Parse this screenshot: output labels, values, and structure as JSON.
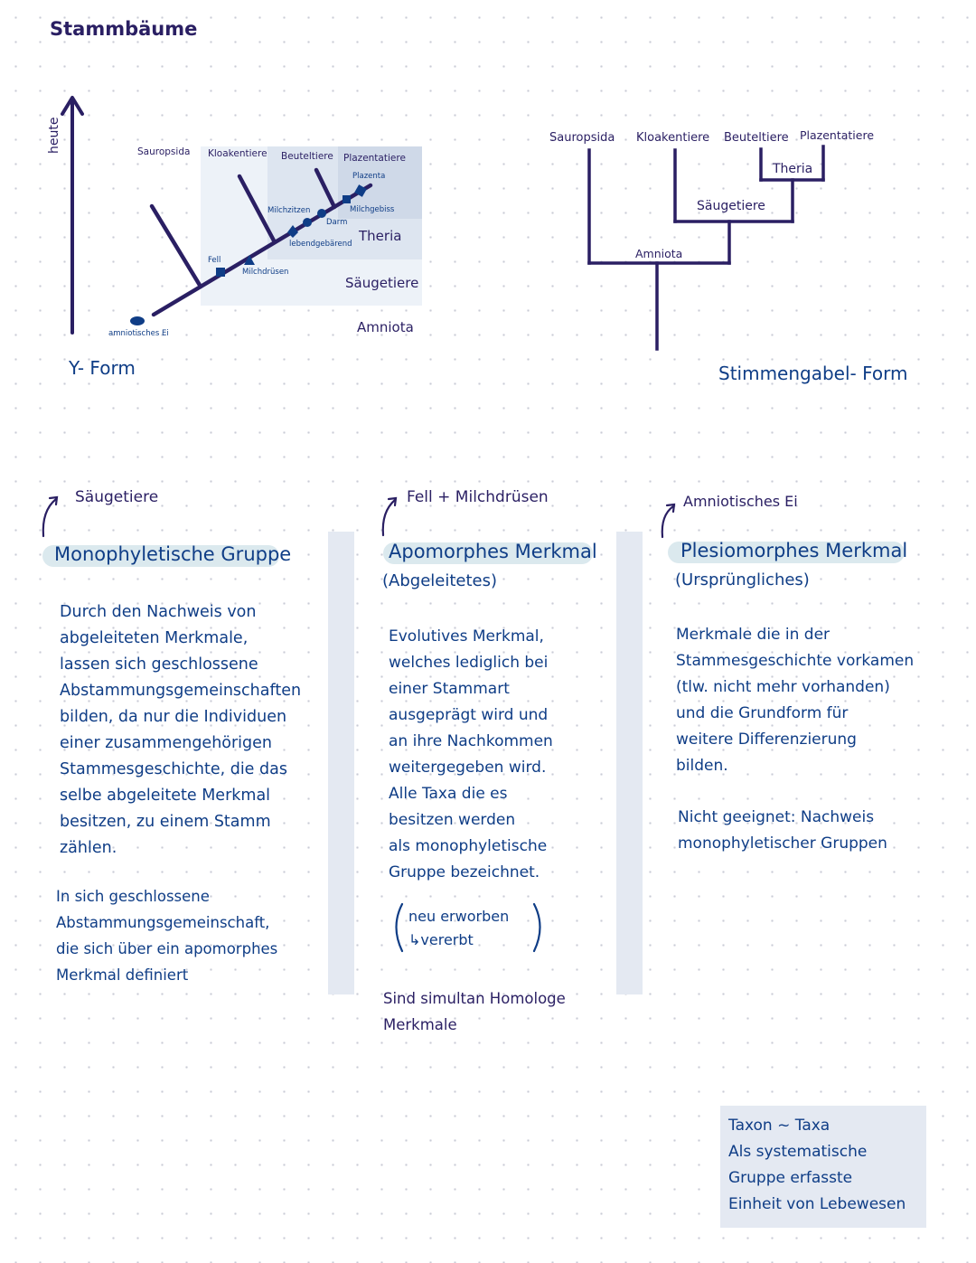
{
  "page_title": "Stammbäume",
  "y_form": {
    "axis_label": "heute",
    "taxa": [
      "Sauropsida",
      "Kloakentiere",
      "Beuteltiere",
      "Plazentatiere"
    ],
    "traits": {
      "egg": "amniotisches Ei",
      "fur": "Fell",
      "milk_glands": "Milchdrüsen",
      "nipples": "Milchzitzen",
      "intestine": "Darm",
      "viviparous": "lebendgebärend",
      "milk_teeth": "Milchgebiss",
      "placenta": "Plazenta"
    },
    "groups": {
      "theria": "Theria",
      "mammals": "Säugetiere",
      "amniota": "Amniota"
    },
    "caption": "Y- Form"
  },
  "tuning_fork": {
    "taxa": [
      "Sauropsida",
      "Kloakentiere",
      "Beuteltiere",
      "Plazentatiere"
    ],
    "nodes": {
      "theria": "Theria",
      "mammals": "Säugetiere",
      "amniota": "Amniota"
    },
    "caption": "Stimmengabel- Form"
  },
  "columns": [
    {
      "example": "Säugetiere",
      "heading": "Monophyletische Gruppe",
      "subheading": "",
      "paragraph1": [
        "Durch den Nachweis von",
        "abgeleiteten Merkmale,",
        "lassen sich geschlossene",
        "Abstammungsgemeinschaften",
        "bilden, da nur die Individuen",
        "einer zusammengehörigen",
        "Stammesgeschichte, die das",
        "selbe abgeleitete Merkmal",
        "besitzen, zu einem Stamm",
        "zählen."
      ],
      "paragraph2": [
        "In sich geschlossene",
        "Abstammungsgemeinschaft,",
        "die sich über ein apomorphes",
        "Merkmal definiert"
      ]
    },
    {
      "example": "Fell + Milchdrüsen",
      "heading": "Apomorphes Merkmal",
      "subheading": "(Abgeleitetes)",
      "paragraph1": [
        "Evolutives Merkmal,",
        "welches lediglich bei",
        "einer Stammart",
        "ausgeprägt wird und",
        "an ihre Nachkommen",
        "weitergegeben wird.",
        "Alle Taxa die es",
        "besitzen werden",
        "als monophyletische",
        "Gruppe bezeichnet."
      ],
      "bracket_lines": [
        "neu erworben",
        "↳vererbt"
      ],
      "paragraph2": [
        "Sind simultan Homologe",
        "Merkmale"
      ]
    },
    {
      "example": "Amniotisches Ei",
      "heading": "Plesiomorphes Merkmal",
      "subheading": "(Ursprüngliches)",
      "paragraph1": [
        "Merkmale die in der",
        "Stammesgeschichte vorkamen",
        "(tlw. nicht mehr vorhanden)",
        "und die Grundform für",
        "weitere Differenzierung",
        "bilden."
      ],
      "paragraph2": [
        "Nicht geeignet: Nachweis",
        "monophyletischer Gruppen"
      ]
    }
  ],
  "taxon_note": [
    "Taxon ~ Taxa",
    "Als systematische",
    "Gruppe erfasste",
    "Einheit von Lebewesen"
  ]
}
